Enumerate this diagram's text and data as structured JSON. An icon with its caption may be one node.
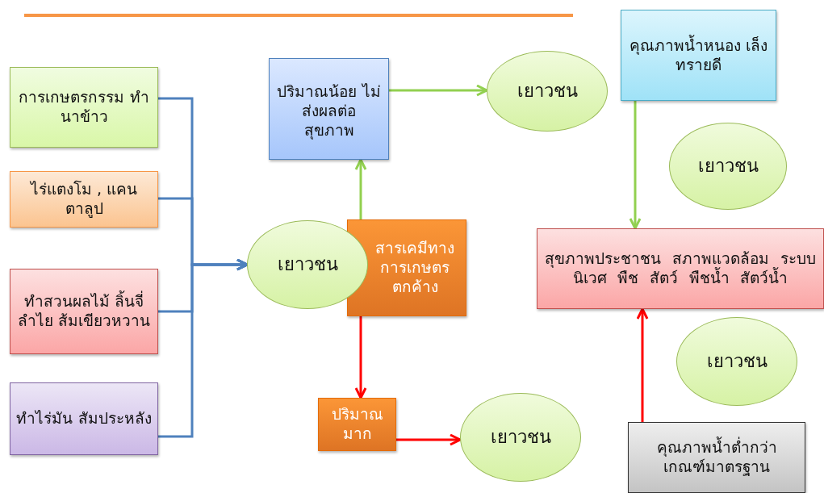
{
  "diagram": {
    "nodes": [
      {
        "text": [
          "การเกษตรกรรม ทำนาข้าว"
        ]
      },
      {
        "text": [
          "ไร่แตงโม , แคน ตาลูป"
        ]
      },
      {
        "text": [
          "ทำสวนผลไม้ ลิ้นจี่ ลำไย ส้มเขียวหวาน"
        ]
      },
      {
        "text": [
          "ทำไร่มัน สัมประหลัง"
        ]
      },
      {
        "text": [
          "เยาวชน"
        ]
      },
      {
        "text": [
          "สารเคมีทาง การเกษตร ตกค้าง"
        ]
      },
      {
        "text": [
          "ปริมาณน้อย ไม่ส่งผลต่อ สุขภาพ"
        ]
      },
      {
        "text": [
          "เยาวชน"
        ]
      },
      {
        "text": [
          "คุณภาพน้ำหนอง เล็งทรายดี"
        ]
      },
      {
        "text": [
          "เยาวชน"
        ]
      },
      {
        "text": [
          "สุขภาพประชาชน สภาพแวดล้อม ระบบนิเวศ พืช สัตว์ พืชน้ำ สัตว์น้ำ"
        ]
      },
      {
        "text": [
          "เยาวชน"
        ]
      },
      {
        "text": [
          "ปริมาณ มาก"
        ]
      },
      {
        "text": [
          "เยาวชน"
        ]
      },
      {
        "text": [
          "คุณภาพน้ำต่ำกว่า เกณฑ์มาตรฐาน"
        ]
      }
    ],
    "edges": [
      {
        "from": 0,
        "to": 4,
        "arrow": "to"
      },
      {
        "from": 1,
        "to": 4,
        "arrow": "to"
      },
      {
        "from": 2,
        "to": 4,
        "arrow": "to"
      },
      {
        "from": 3,
        "to": 4,
        "arrow": "to"
      },
      {
        "from": 5,
        "to": 6,
        "arrow": "to",
        "color": "#92d050"
      },
      {
        "from": 6,
        "to": 7,
        "arrow": "to",
        "color": "#92d050"
      },
      {
        "from": 8,
        "to": 10,
        "arrow": "to",
        "color": "#92d050"
      },
      {
        "from": 5,
        "to": 12,
        "arrow": "to",
        "color": "#ff0000"
      },
      {
        "from": 12,
        "to": 13,
        "arrow": "to",
        "color": "#ff0000"
      },
      {
        "from": 14,
        "to": 10,
        "arrow": "to",
        "color": "#ff0000"
      }
    ]
  }
}
